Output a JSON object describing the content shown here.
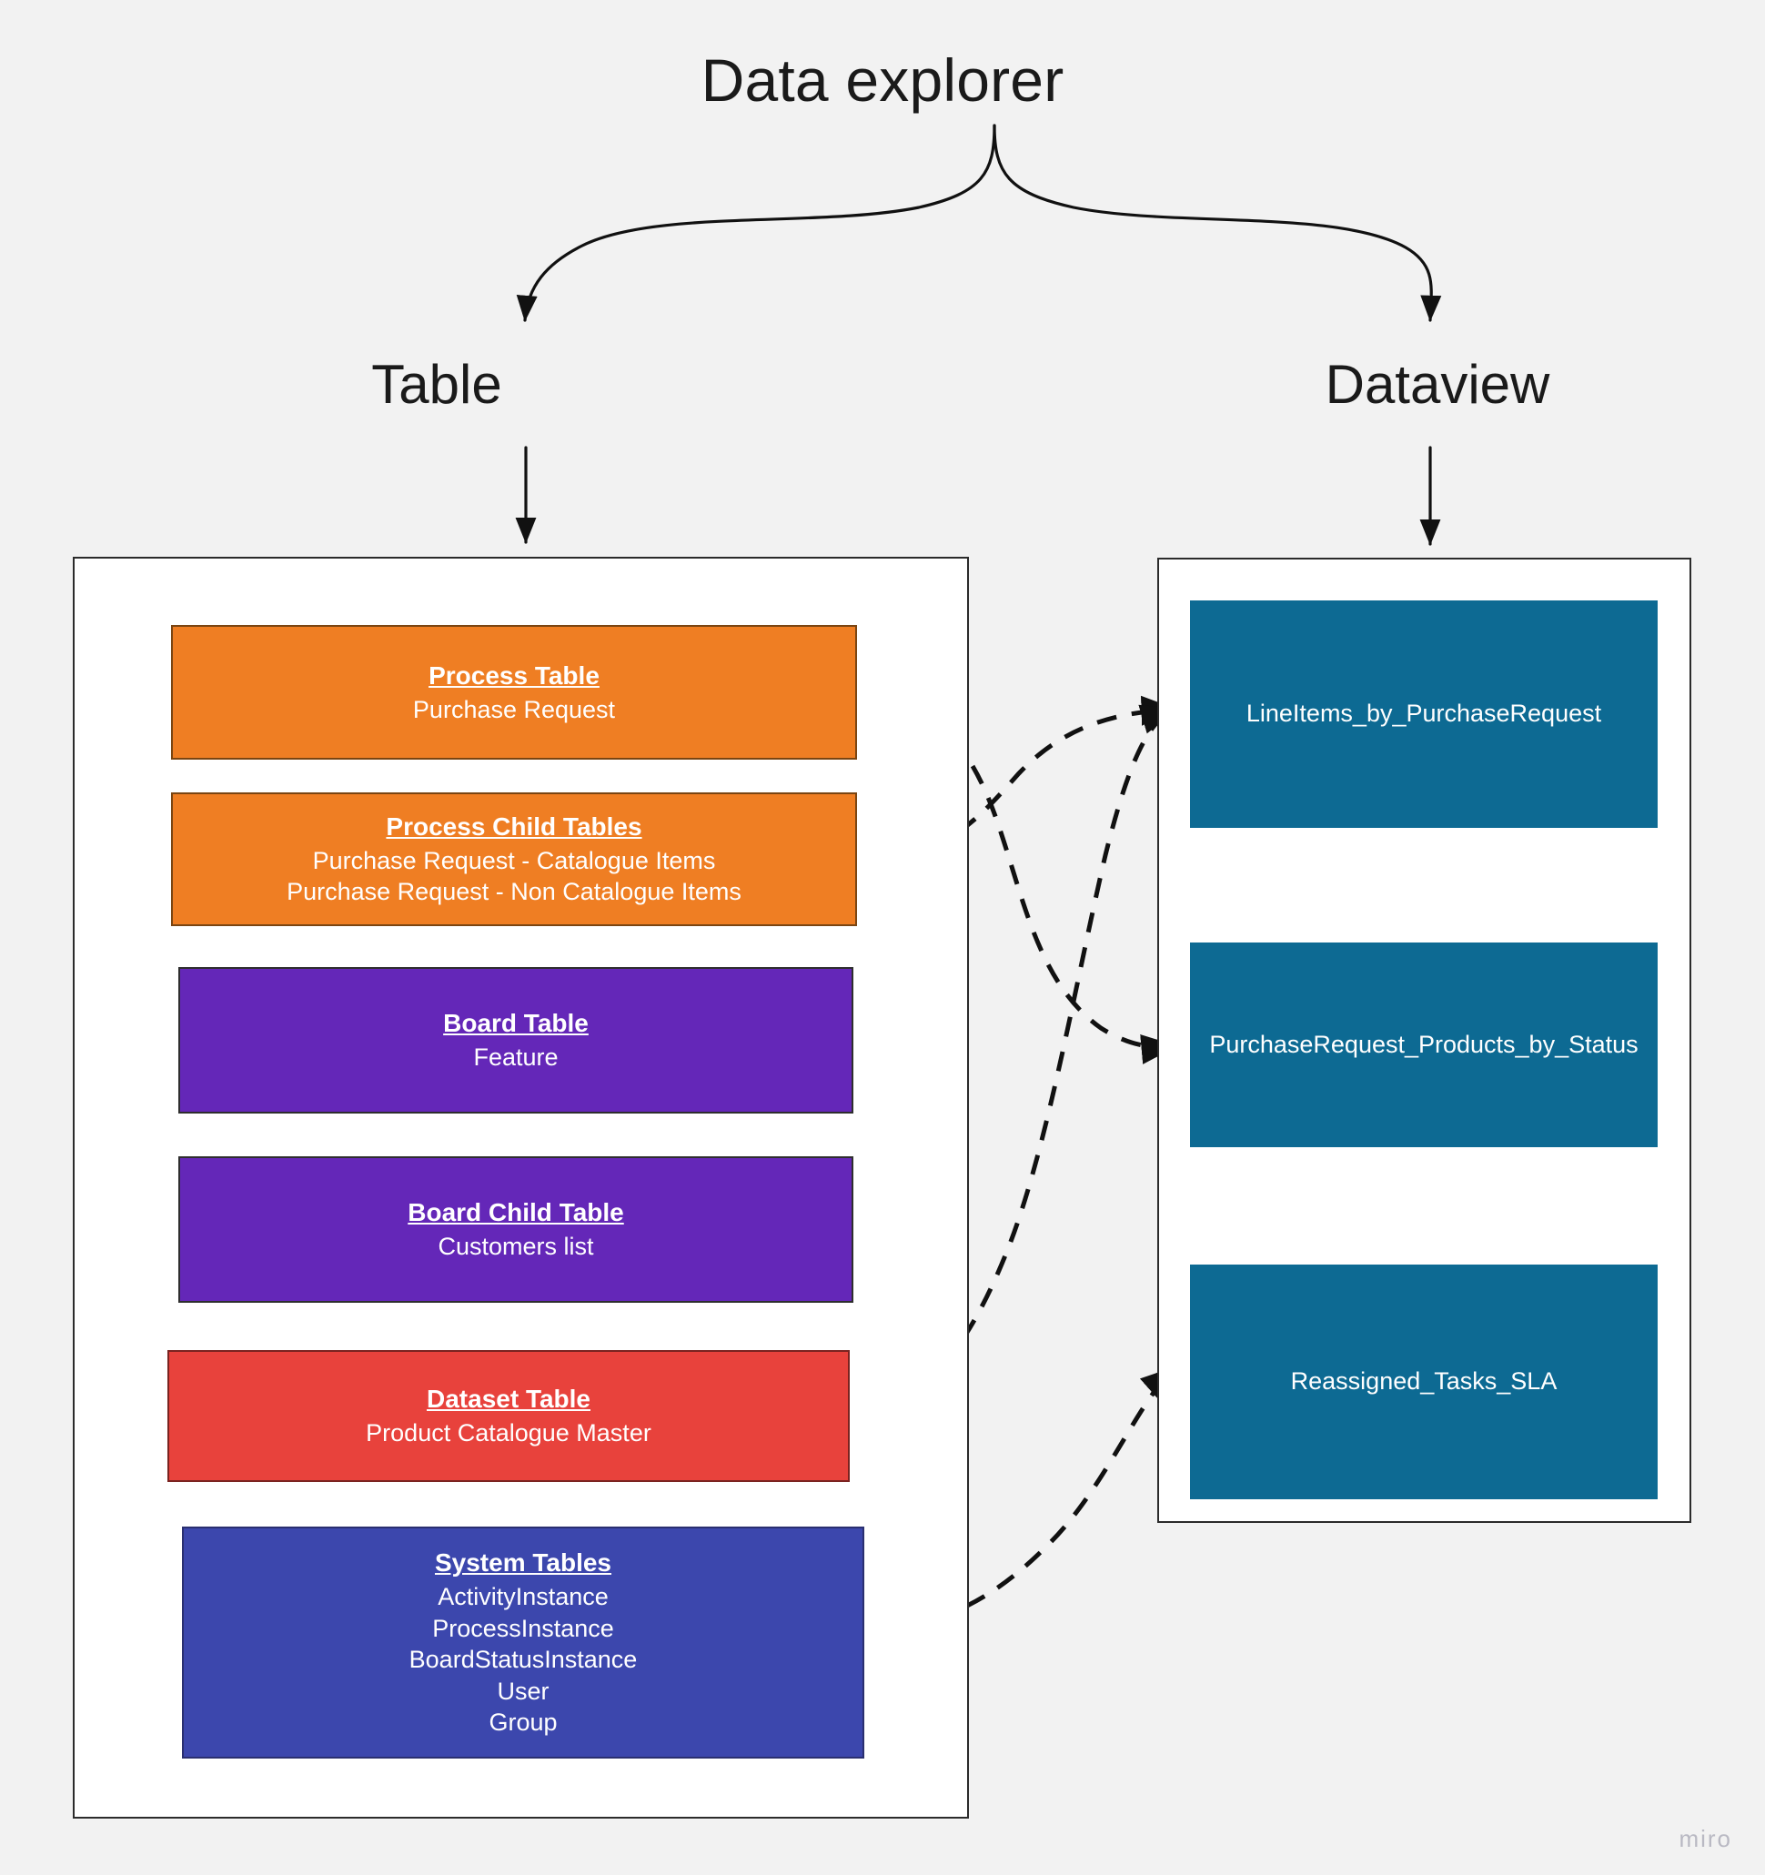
{
  "title": "Data explorer",
  "sections": {
    "left_label": "Table",
    "right_label": "Dataview"
  },
  "colors": {
    "background": "#f2f2f2",
    "process": "#ef7e23",
    "board": "#6427b8",
    "dataset": "#e8423c",
    "system": "#3c47ad",
    "dataview": "#0d6a93",
    "container_border": "#2b2b2b",
    "text_dark": "#1a1a1a",
    "text_light": "#ffffff"
  },
  "table_cards": [
    {
      "id": "process-table",
      "title": "Process Table",
      "lines": [
        "Purchase Request"
      ]
    },
    {
      "id": "process-child-tables",
      "title": "Process Child Tables",
      "lines": [
        "Purchase Request - Catalogue Items",
        "Purchase Request - Non Catalogue Items"
      ]
    },
    {
      "id": "board-table",
      "title": "Board Table",
      "lines": [
        "Feature"
      ]
    },
    {
      "id": "board-child-table",
      "title": "Board Child Table",
      "lines": [
        "Customers list"
      ]
    },
    {
      "id": "dataset-table",
      "title": "Dataset Table",
      "lines": [
        "Product Catalogue Master"
      ]
    },
    {
      "id": "system-tables",
      "title": "System Tables",
      "lines": [
        "ActivityInstance",
        "ProcessInstance",
        "BoardStatusInstance",
        "User",
        "Group"
      ]
    }
  ],
  "dataview_cards": [
    {
      "id": "lineitems",
      "label": "LineItems_by_PurchaseRequest"
    },
    {
      "id": "products",
      "label": "PurchaseRequest_Products_by_Status"
    },
    {
      "id": "reassigned",
      "label": "Reassigned_Tasks_SLA"
    }
  ],
  "connections": [
    {
      "from": "process-table",
      "to": "products"
    },
    {
      "from": "process-child-tables",
      "to": "lineitems"
    },
    {
      "from": "dataset-table",
      "to": "lineitems"
    },
    {
      "from": "system-tables",
      "to": "reassigned"
    },
    {
      "from": "data-explorer",
      "to": "Table"
    },
    {
      "from": "data-explorer",
      "to": "Dataview"
    },
    {
      "from": "Table",
      "to": "table-container"
    },
    {
      "from": "Dataview",
      "to": "dataview-container"
    }
  ],
  "watermark": "miro"
}
